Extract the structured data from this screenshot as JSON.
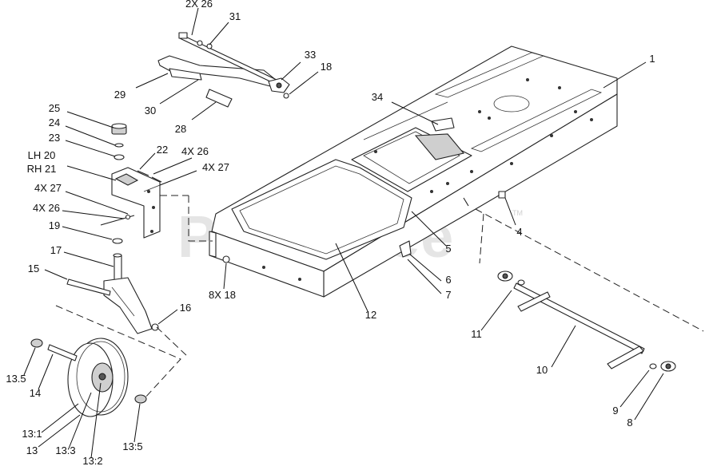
{
  "watermark": {
    "text": "PartsTree",
    "tm": "TM"
  },
  "callouts": [
    {
      "id": "c-2x26-top",
      "text": "2X 26"
    },
    {
      "id": "c-31",
      "text": "31"
    },
    {
      "id": "c-33",
      "text": "33"
    },
    {
      "id": "c-18-top",
      "text": "18"
    },
    {
      "id": "c-29",
      "text": "29"
    },
    {
      "id": "c-30",
      "text": "30"
    },
    {
      "id": "c-28",
      "text": "28"
    },
    {
      "id": "c-1",
      "text": "1"
    },
    {
      "id": "c-34",
      "text": "34"
    },
    {
      "id": "c-25",
      "text": "25"
    },
    {
      "id": "c-24",
      "text": "24"
    },
    {
      "id": "c-23",
      "text": "23"
    },
    {
      "id": "c-lh20",
      "text": "LH 20"
    },
    {
      "id": "c-rh21",
      "text": "RH 21"
    },
    {
      "id": "c-22",
      "text": "22"
    },
    {
      "id": "c-4x26-a",
      "text": "4X 26"
    },
    {
      "id": "c-4x27-a",
      "text": "4X 27"
    },
    {
      "id": "c-4x27-b",
      "text": "4X 27"
    },
    {
      "id": "c-4x26-b",
      "text": "4X 26"
    },
    {
      "id": "c-19",
      "text": "19"
    },
    {
      "id": "c-17",
      "text": "17"
    },
    {
      "id": "c-15",
      "text": "15"
    },
    {
      "id": "c-16",
      "text": "16"
    },
    {
      "id": "c-8x18",
      "text": "8X 18"
    },
    {
      "id": "c-12",
      "text": "12"
    },
    {
      "id": "c-5",
      "text": "5"
    },
    {
      "id": "c-4",
      "text": "4"
    },
    {
      "id": "c-6",
      "text": "6"
    },
    {
      "id": "c-7",
      "text": "7"
    },
    {
      "id": "c-11",
      "text": "11"
    },
    {
      "id": "c-10",
      "text": "10"
    },
    {
      "id": "c-9",
      "text": "9"
    },
    {
      "id": "c-8",
      "text": "8"
    },
    {
      "id": "c-13-5-left",
      "text": "13.5"
    },
    {
      "id": "c-14",
      "text": "14"
    },
    {
      "id": "c-13-1",
      "text": "13:1"
    },
    {
      "id": "c-13",
      "text": "13"
    },
    {
      "id": "c-13-3",
      "text": "13:3"
    },
    {
      "id": "c-13-2",
      "text": "13:2"
    },
    {
      "id": "c-13-5-right",
      "text": "13:5"
    }
  ]
}
